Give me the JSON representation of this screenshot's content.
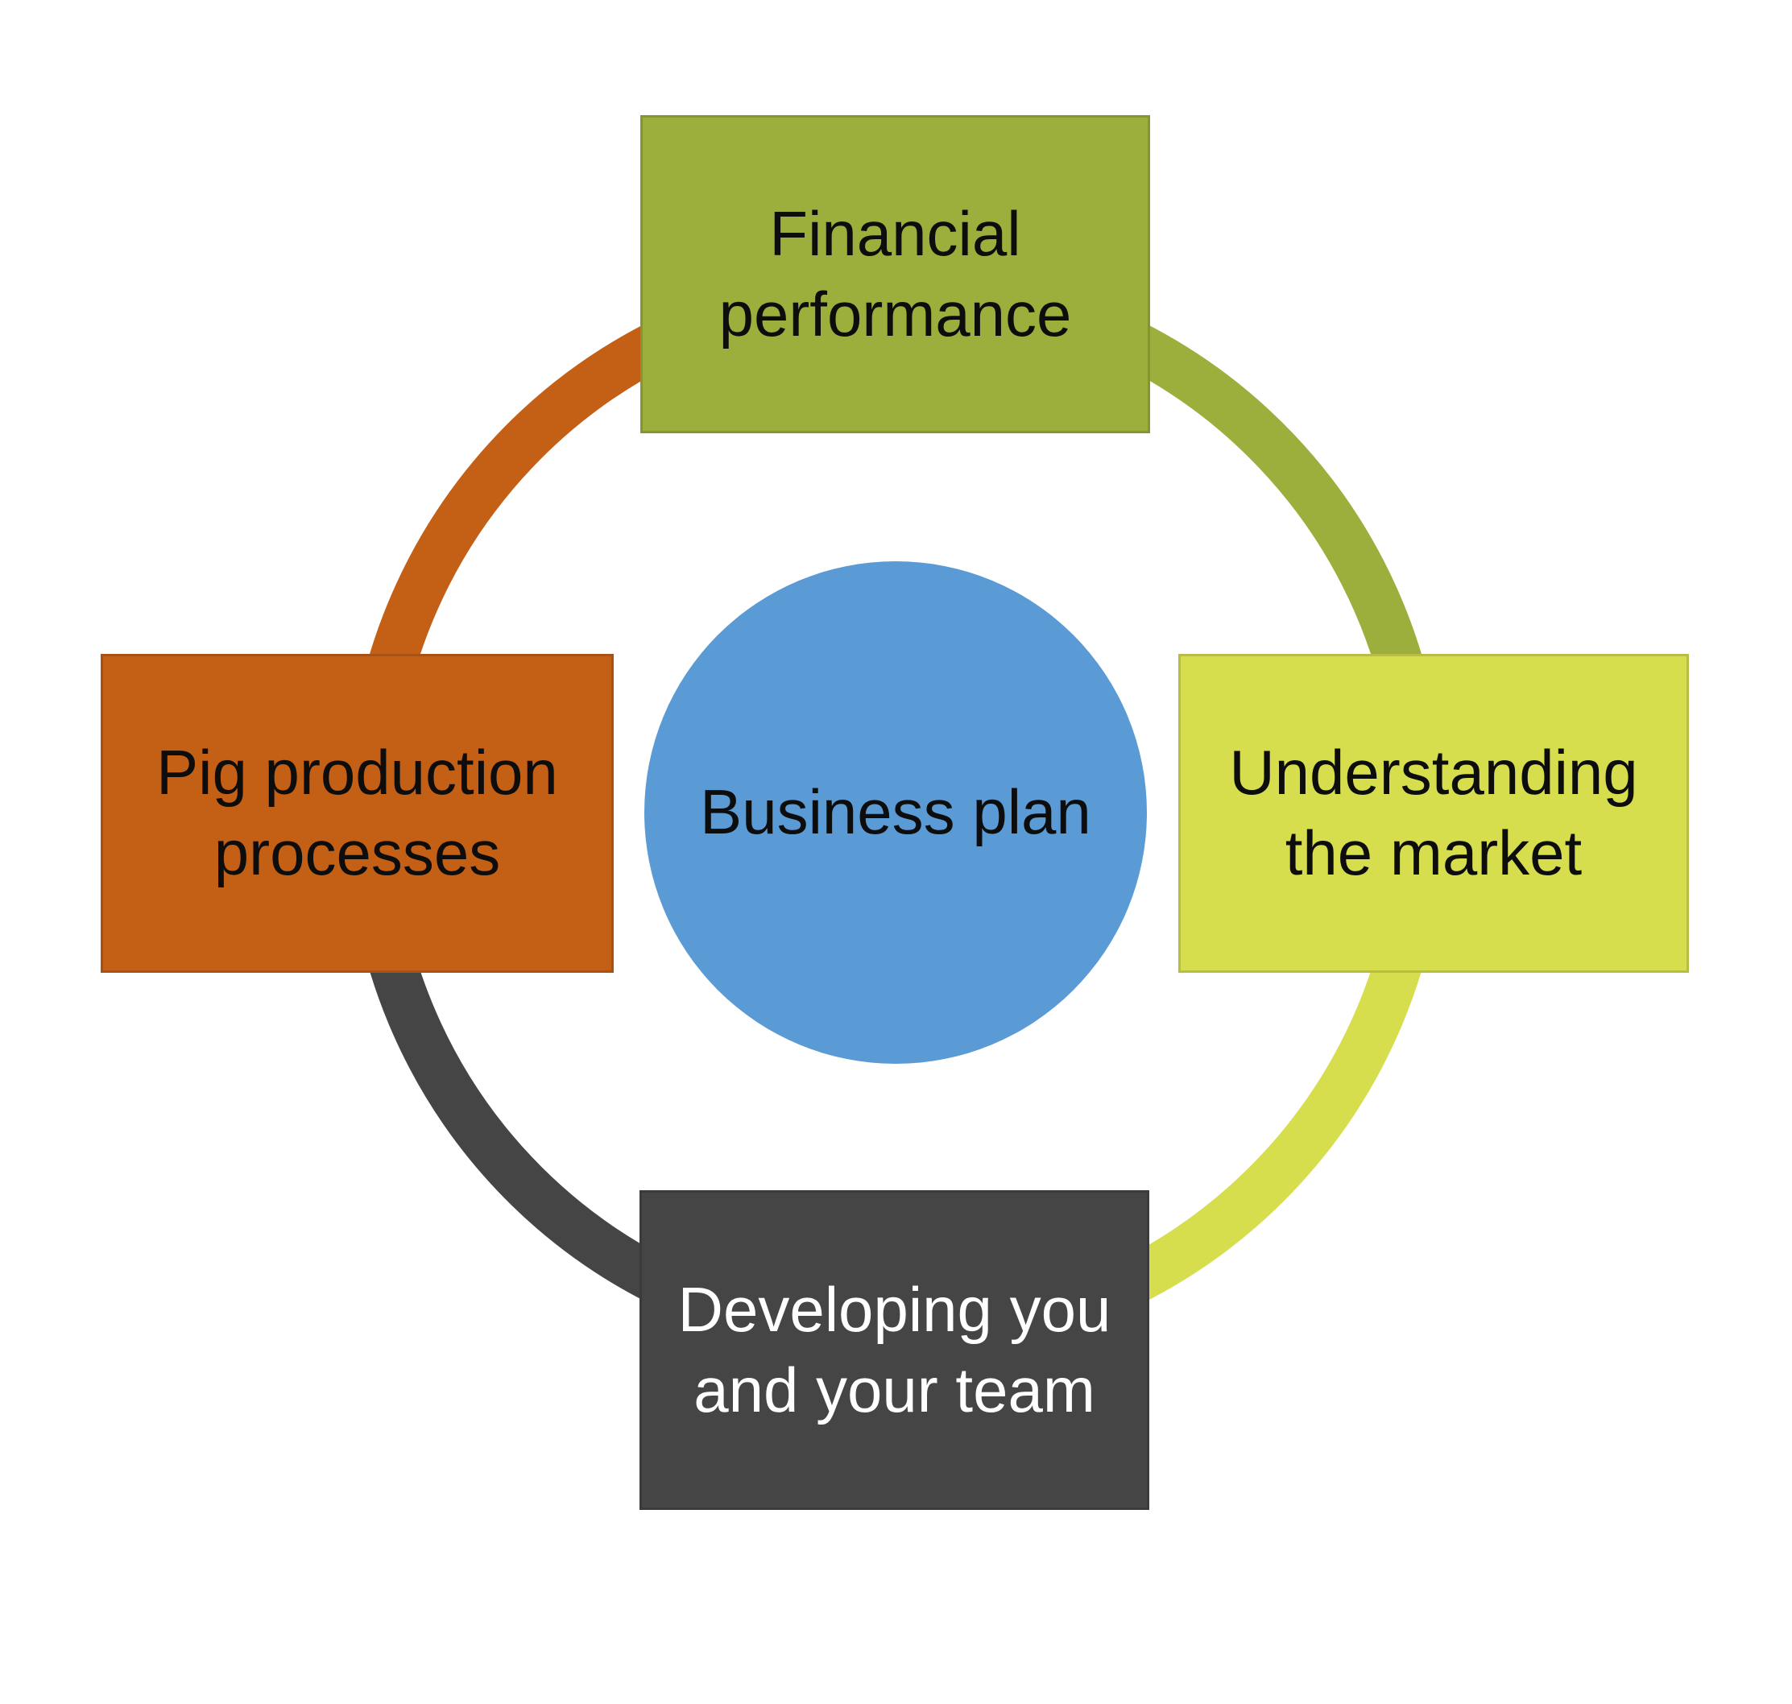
{
  "diagram": {
    "center": {
      "label": "Business plan"
    },
    "nodes": [
      {
        "id": "top",
        "label": "Financial performance"
      },
      {
        "id": "right",
        "label": "Understanding the market"
      },
      {
        "id": "bottom",
        "label": "Developing you and your team"
      },
      {
        "id": "left",
        "label": "Pig production processes"
      }
    ]
  },
  "colors": {
    "background": "#FFFFFF",
    "top_box": "#9CAE3B",
    "right_box": "#D6DE4E",
    "bottom_box": "#454545",
    "left_box": "#C45F16",
    "center_circle": "#5B9BD5",
    "arc_top_left": "#C45F16",
    "arc_top_right": "#9CAE3B",
    "arc_bottom_right": "#D6DE4E",
    "arc_bottom_left": "#454545",
    "text_dark": "#0D0D0D",
    "text_light": "#FFFFFF"
  }
}
